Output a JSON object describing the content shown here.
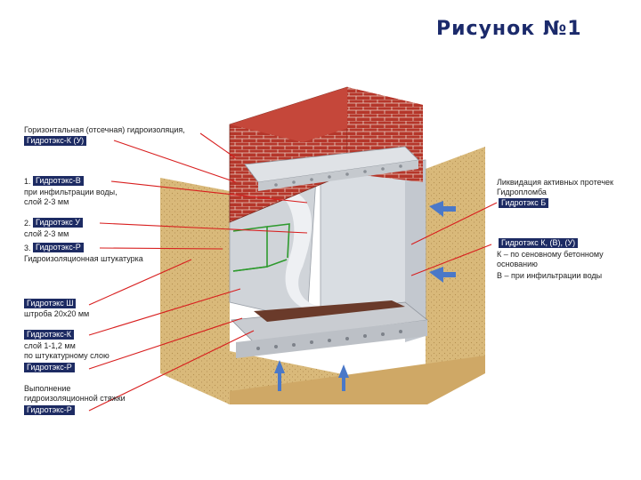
{
  "title": "Рисунок №1",
  "left_labels": {
    "horizontal_caption": "Горизонтальная (отсечная) гидроизоляция,",
    "horizontal_tag": "Гидротэкс-К (У)",
    "item1_prefix": "1.",
    "item1_tag": "Гидротэкс-В",
    "item1_line1": "при инфильтрации воды,",
    "item1_line2": "слой 2-3 мм",
    "item2_prefix": "2.",
    "item2_tag": "Гидротэкс У",
    "item2_line1": "слой 2-3 мм",
    "item3_prefix": "3.",
    "item3_tag": "Гидротэкс-Р",
    "item3_line1": "Гидроизоляционная штукатурка",
    "sh_tag": "Гидротэкс Ш",
    "sh_line1": "штроба 20x20 мм",
    "k_tag": "Гидротэкс-К",
    "k_line1": "слой 1-1,2 мм",
    "k_line2": "по штукатурному слою",
    "r_tag": "Гидротэкс-Р",
    "screed_line1": "Выполнение",
    "screed_line2": "гидроизоляционной стяжки",
    "screed_tag": "Гидротэкс-Р"
  },
  "right_labels": {
    "leak_line1": "Ликвидация активных протечек",
    "leak_line2": "Гидропломба",
    "leak_tag": "Гидротэкс Б",
    "kvu_tag": "Гидротэкс К, (В), (У)",
    "kvu_line1": "К – по сеновному бетонному",
    "kvu_line2": "основанию",
    "kvu_line3": "В – при инфильтрации воды"
  },
  "colors": {
    "title": "#1b2a6b",
    "tag_bg": "#1d2b63",
    "leader": "#d81e1e",
    "brick": "#b5362a",
    "soil": "#d9b97a",
    "concrete": "#cfd3d8",
    "arrow": "#4a78c8"
  }
}
